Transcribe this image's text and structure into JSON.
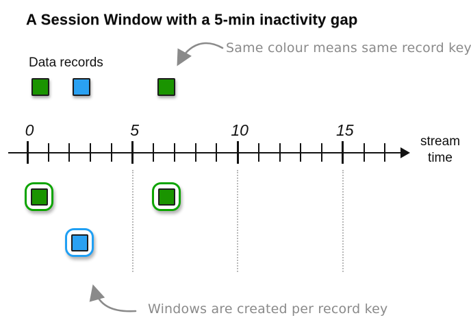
{
  "title": "A Session Window with a 5-min inactivity gap",
  "legend_label": "Data records",
  "annotations": {
    "top": {
      "text": "Same colour means same record key"
    },
    "bottom": {
      "text": "Windows are created per record key"
    }
  },
  "timeline": {
    "axis_label_line1": "stream",
    "axis_label_line2": "time",
    "tick_count": 18,
    "major_every": 5,
    "major_values": [
      0,
      5,
      10,
      15
    ],
    "major_labels": [
      "0",
      "5",
      "10",
      "15"
    ],
    "inactivity_gap_lines": [
      5,
      10,
      15
    ]
  },
  "records": [
    {
      "id": "record-1",
      "key": "green",
      "approx_time": 0
    },
    {
      "id": "record-2",
      "key": "blue",
      "approx_time": 2
    },
    {
      "id": "record-3",
      "key": "green",
      "approx_time": 6
    }
  ],
  "session_windows": [
    {
      "id": "window-1",
      "key": "green",
      "approx_time": 0.5
    },
    {
      "id": "window-2",
      "key": "blue",
      "approx_time": 2.5
    },
    {
      "id": "window-3",
      "key": "green",
      "approx_time": 6.5
    }
  ],
  "colors": {
    "green_fill": "#1a9400",
    "blue_fill": "#2aa1f2",
    "green_window_border": "#0da400",
    "blue_window_border": "#1f9ff3",
    "square_border": "#1c1c1c",
    "axis_black": "#111111",
    "annotation_gray": "#8a8a8a",
    "gap_line_gray": "#b8b8b8"
  }
}
